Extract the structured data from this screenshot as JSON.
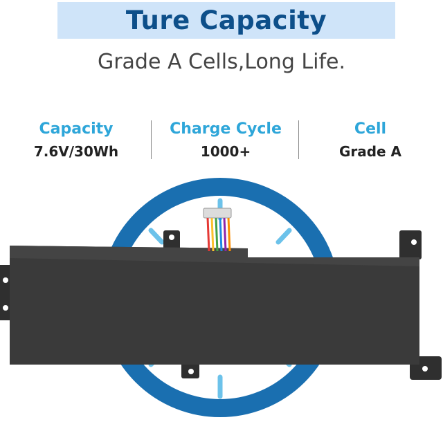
{
  "banner": {
    "title": "Ture Capacity"
  },
  "subtitle": "Grade A Cells,Long Life.",
  "specs": [
    {
      "label": "Capacity",
      "value": "7.6V/30Wh"
    },
    {
      "label": "Charge Cycle",
      "value": "1000+"
    },
    {
      "label": "Cell",
      "value": "Grade A"
    }
  ],
  "colors": {
    "banner_bg": "#cfe4f9",
    "title": "#0d4f8a",
    "label": "#2ea6d9",
    "ring": "#1a6fb0",
    "battery": "#3a3a3a"
  },
  "icons": [
    "gauge-ring-icon",
    "battery-pack-image",
    "connector-wires-icon"
  ]
}
